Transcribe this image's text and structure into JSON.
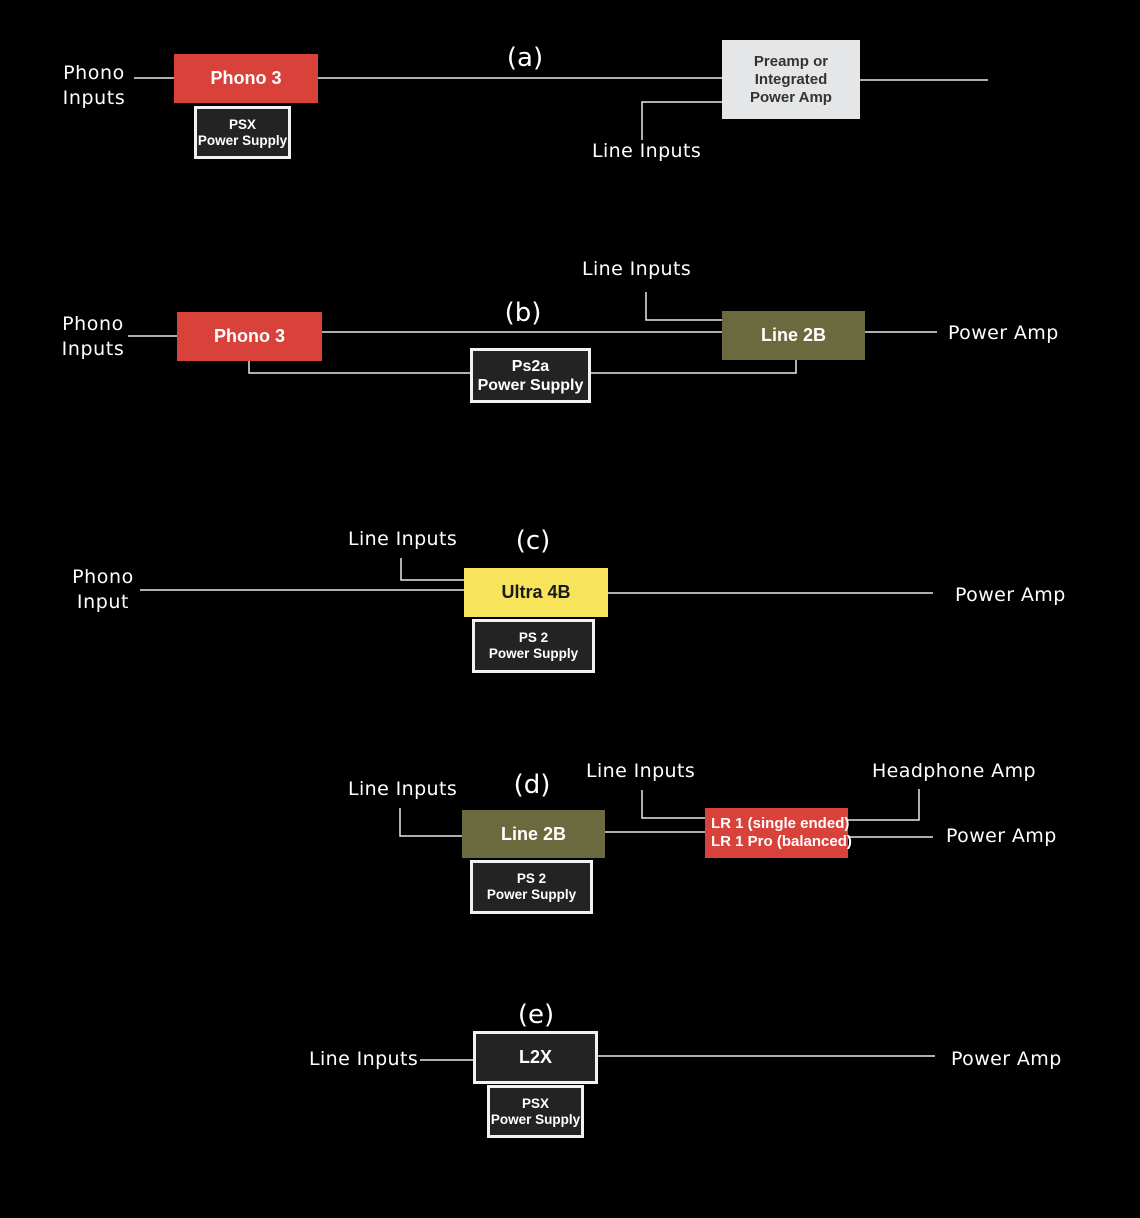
{
  "a": {
    "tag": "(a)",
    "phono_inputs": "Phono\nInputs",
    "phono3": "Phono 3",
    "psu": "PSX\nPower Supply",
    "preamp": "Preamp or\nIntegrated\nPower Amp",
    "line_inputs": "Line Inputs"
  },
  "b": {
    "tag": "(b)",
    "phono_inputs": "Phono\nInputs",
    "phono3": "Phono 3",
    "line_inputs": "Line Inputs",
    "line2b": "Line 2B",
    "power_amp": "Power Amp",
    "psu": "Ps2a\nPower Supply"
  },
  "c": {
    "tag": "(c)",
    "phono_input": "Phono\nInput",
    "line_inputs": "Line Inputs",
    "ultra4b": "Ultra 4B",
    "power_amp": "Power Amp",
    "psu": "PS 2\nPower Supply"
  },
  "d": {
    "tag": "(d)",
    "line_inputs_left": "Line Inputs",
    "line2b": "Line 2B",
    "line_inputs_mid": "Line Inputs",
    "headphone_amp": "Headphone Amp",
    "lr1": "LR 1 (single ended)",
    "lr1pro": "LR 1 Pro (balanced)",
    "power_amp": "Power Amp",
    "psu": "PS 2\nPower Supply"
  },
  "e": {
    "tag": "(e)",
    "line_inputs": "Line Inputs",
    "l2x": "L2X",
    "power_amp": "Power Amp",
    "psu": "PSX\nPower Supply"
  },
  "colors": {
    "red": "#d9413b",
    "olive": "#6b6a3e",
    "yellow": "#f8e45a",
    "grey": "#e4e6e8",
    "psu": "#232323",
    "background": "#000000"
  }
}
